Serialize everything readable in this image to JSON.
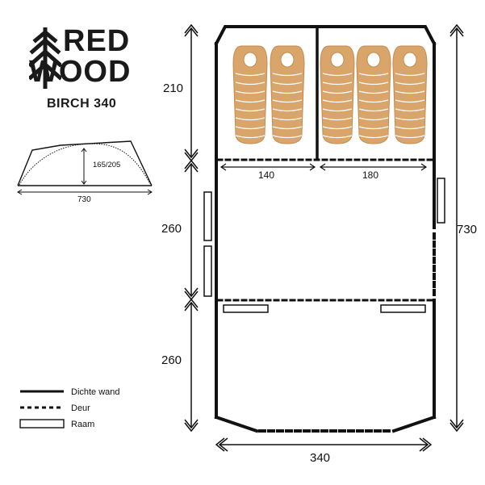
{
  "brand": {
    "line1": "RED",
    "line2": "WOOD"
  },
  "model": "BIRCH 340",
  "side_view": {
    "height_label": "165/205",
    "length_label": "730"
  },
  "dimensions": {
    "section_1": "210",
    "section_2": "260",
    "section_3": "260",
    "total_length": "730",
    "width": "340",
    "bedroom_left": "140",
    "bedroom_right": "180"
  },
  "sleeping_bags": {
    "left_room": 2,
    "right_room": 3
  },
  "legend": [
    {
      "style": "solid",
      "label": "Dichte wand"
    },
    {
      "style": "dashed",
      "label": "Deur"
    },
    {
      "style": "window",
      "label": "Raam"
    }
  ],
  "colors": {
    "sleeping_bag": "#d9a56b",
    "sleeping_bag_stroke": "#c48c4f",
    "wall": "#111111"
  }
}
